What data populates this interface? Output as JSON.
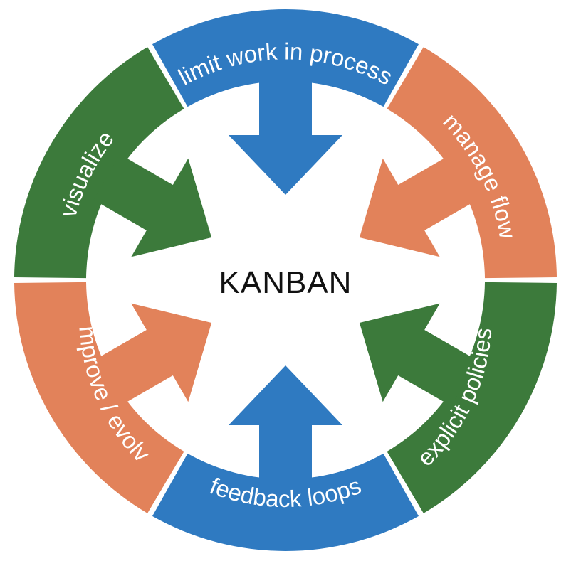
{
  "diagram": {
    "center_title": "KANBAN",
    "segments": [
      {
        "id": "limit-wip",
        "label": "limit work in process",
        "color": "#2f7ac1",
        "direction": "inward"
      },
      {
        "id": "manage-flow",
        "label": "manage flow",
        "color": "#e2825a",
        "direction": "inward"
      },
      {
        "id": "explicit-policies",
        "label": "explicit policies",
        "color": "#3c7a3b",
        "direction": "inward"
      },
      {
        "id": "feedback-loops",
        "label": "feedback loops",
        "color": "#2f7ac1",
        "direction": "inward"
      },
      {
        "id": "improve-evolve",
        "label": "improve / evolve",
        "color": "#e2825a",
        "direction": "inward"
      },
      {
        "id": "visualize",
        "label": "visualize",
        "color": "#3c7a3b",
        "direction": "inward"
      }
    ]
  }
}
